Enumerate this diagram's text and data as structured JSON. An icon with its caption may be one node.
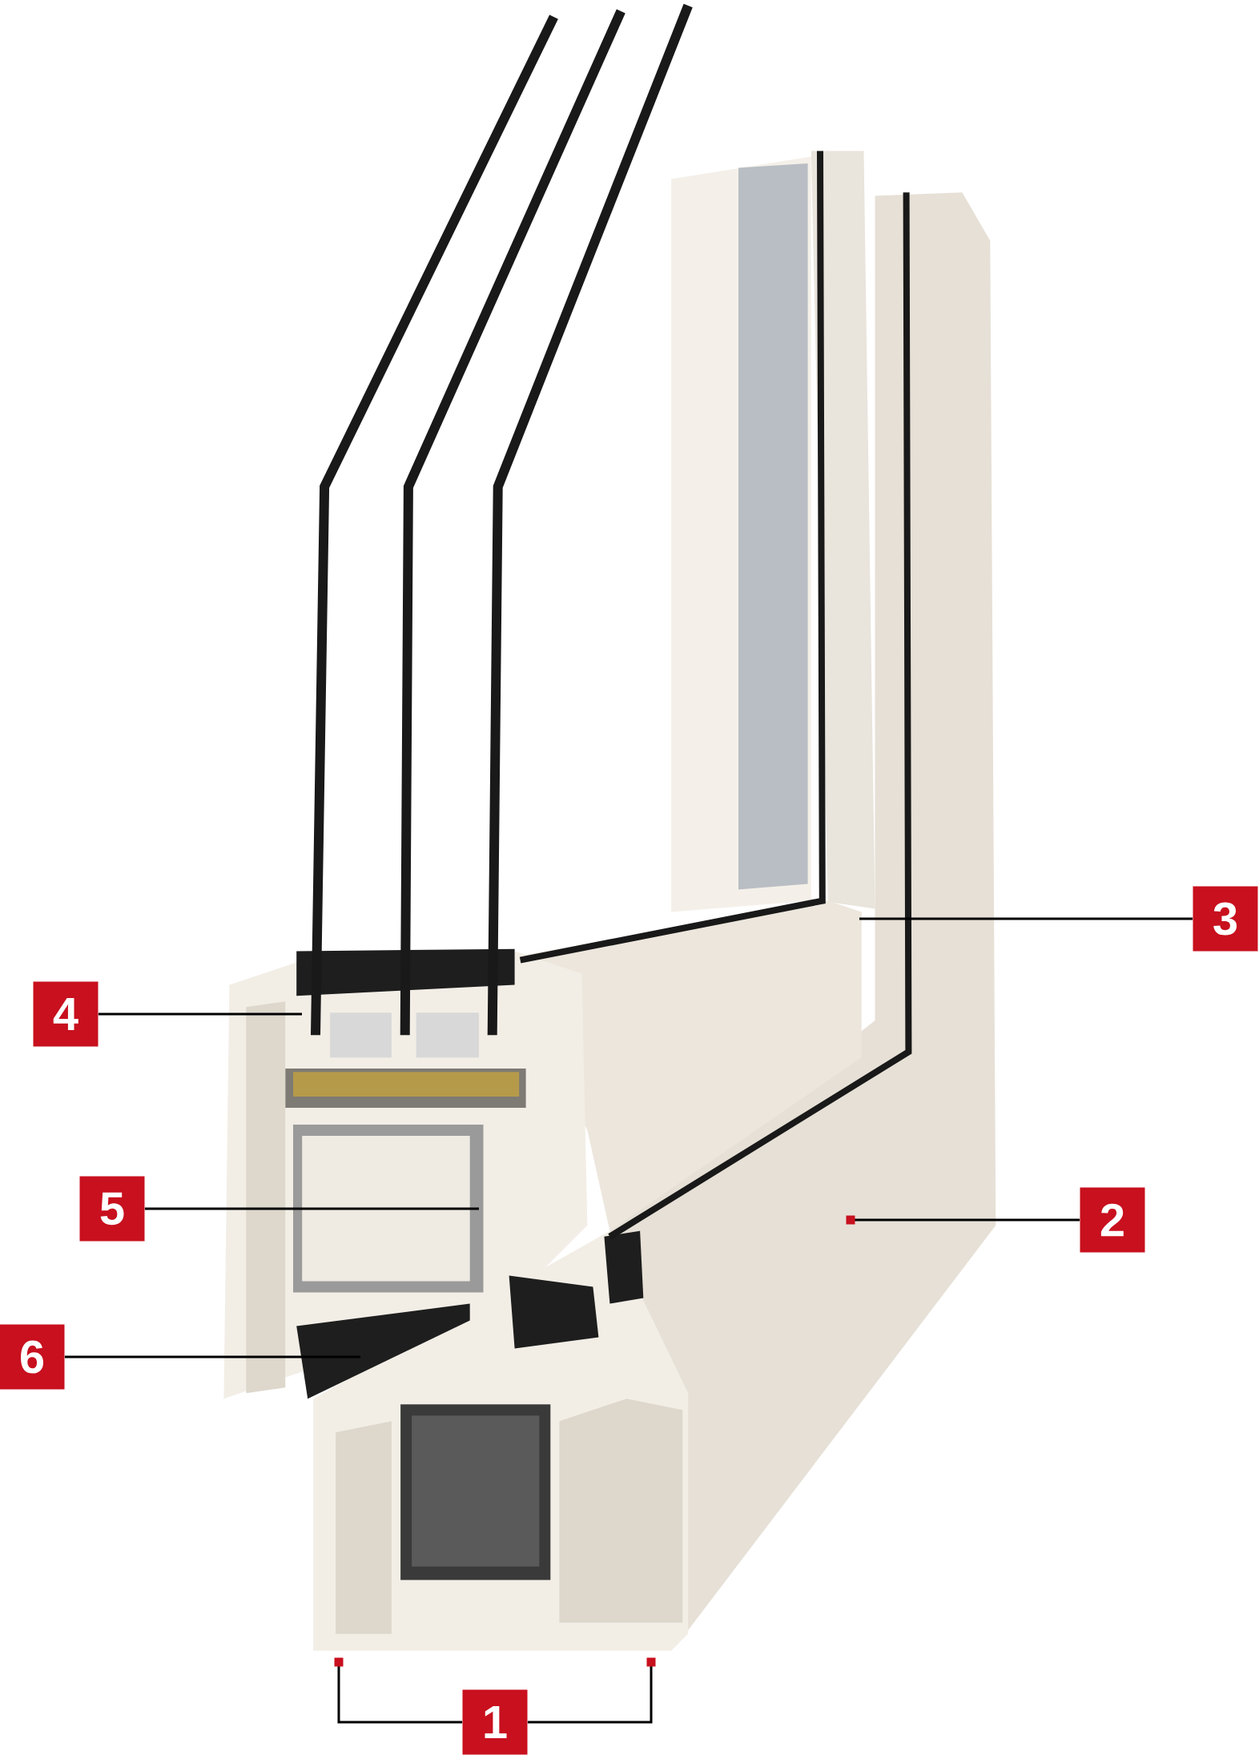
{
  "diagram": {
    "nodes": [
      {
        "text": [
          "1"
        ]
      },
      {
        "text": [
          "2"
        ]
      },
      {
        "text": [
          "3"
        ]
      },
      {
        "text": [
          "4"
        ]
      },
      {
        "text": [
          "5"
        ]
      },
      {
        "text": [
          "6"
        ]
      }
    ],
    "edges": [
      {
        "from": 0,
        "to": null,
        "arrow": "other"
      },
      {
        "from": 0,
        "to": null,
        "arrow": "other"
      },
      {
        "from": 1,
        "to": null,
        "arrow": "other"
      },
      {
        "from": 2,
        "to": null,
        "arrow": "none"
      },
      {
        "from": 3,
        "to": null,
        "arrow": "none"
      },
      {
        "from": 4,
        "to": null,
        "arrow": "none"
      },
      {
        "from": 5,
        "to": null,
        "arrow": "none"
      }
    ]
  }
}
